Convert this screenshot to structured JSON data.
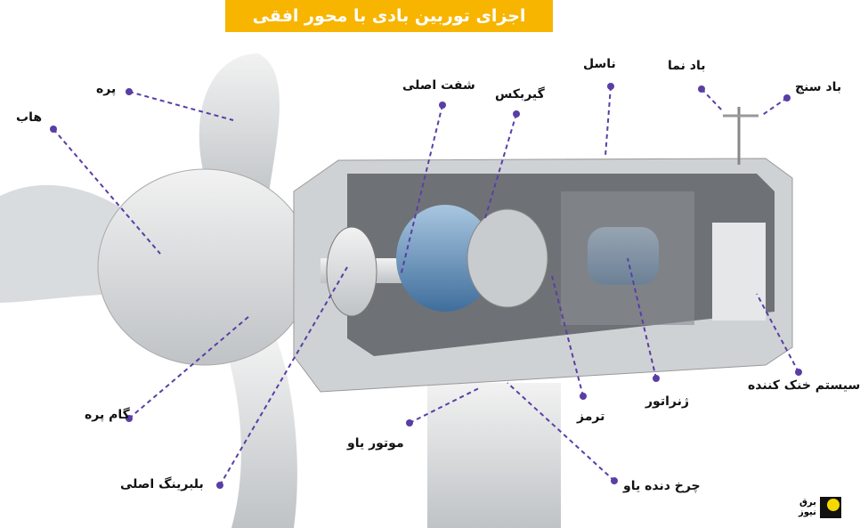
{
  "title": "اجزای توربین بادی با محور افقی",
  "labels": {
    "blade": "پره",
    "hub": "هاب",
    "main_shaft": "شفت اصلی",
    "gearbox": "گیربکس",
    "nacelle": "ناسل",
    "wind_vane": "باد نما",
    "anemometer": "باد سنج",
    "cooling": "سیستم خنک کننده",
    "generator": "ژنراتور",
    "brake": "ترمز",
    "yaw_motor": "موتور یاو",
    "yaw_gear": "چرخ دنده یاو",
    "pitch": "گام پره",
    "main_bearing": "بلبرینگ اصلی"
  },
  "logo": {
    "line1": "برق",
    "line2": "نیوز"
  },
  "colors": {
    "accent": "#f7b500",
    "leader": "#5a3ea6"
  }
}
